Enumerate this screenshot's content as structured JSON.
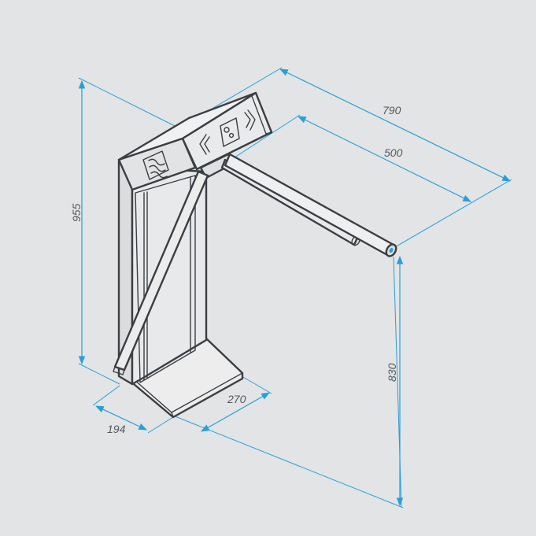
{
  "dimensions": {
    "total_length": "790",
    "arm_length": "500",
    "total_height": "955",
    "arm_height": "830",
    "base_width": "270",
    "base_depth": "194"
  },
  "colors": {
    "background": "#e2e4e6",
    "dimension_lines": "#2a9fd6",
    "outline": "#3b3e42",
    "body_fill": "#e6e7e8",
    "base_fill": "#ededee",
    "label_text": "#55595e"
  },
  "icons": {
    "card_reader": "card-reader-icon",
    "arrow_indicator": "direction-arrow-icon",
    "logo_panel": "logo-emblem-icon"
  }
}
